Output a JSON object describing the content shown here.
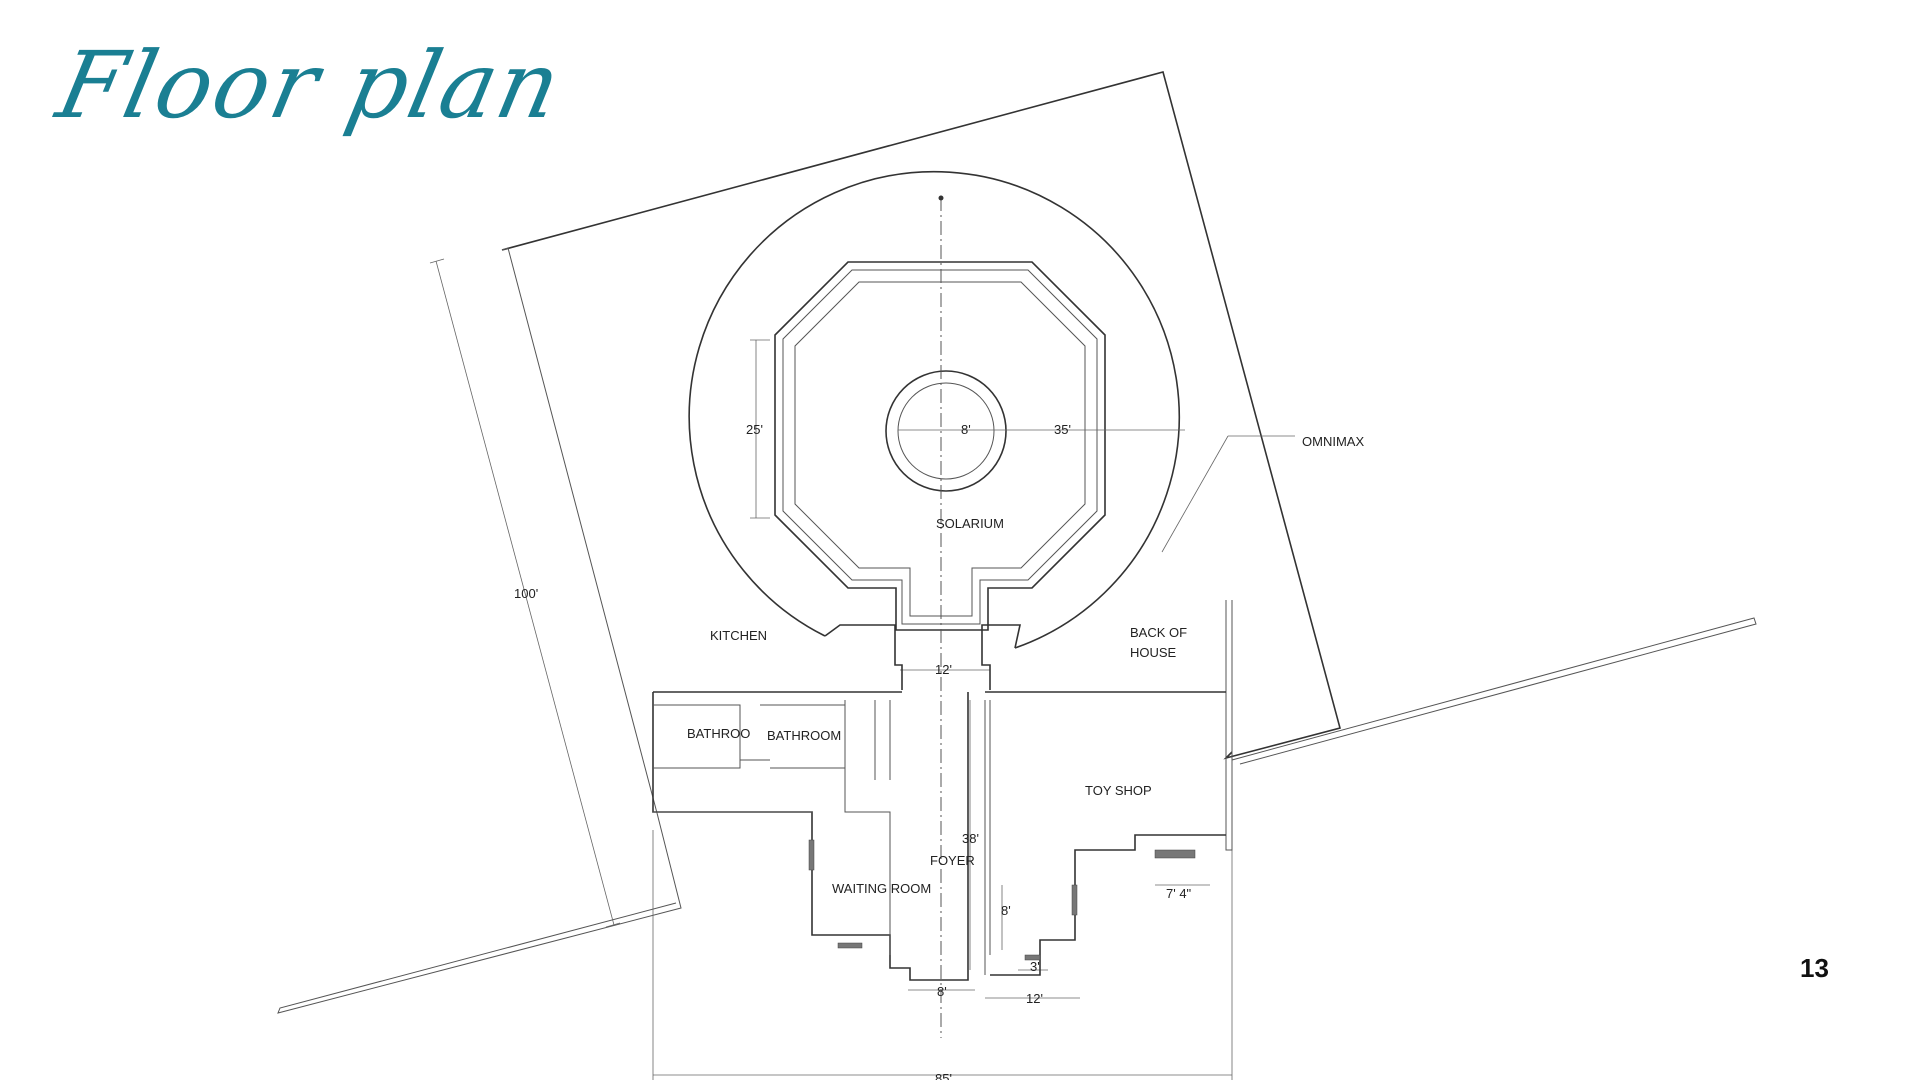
{
  "slide": {
    "title": "Floor plan",
    "page_number": "13"
  },
  "rooms": {
    "solarium": "SOLARIUM",
    "kitchen": "KITCHEN",
    "back_of_house_1": "BACK OF",
    "back_of_house_2": "HOUSE",
    "bathroom_1": "BATHROO",
    "bathroom_2": "BATHROOM",
    "toy_shop": "TOY SHOP",
    "foyer": "FOYER",
    "waiting_room": "WAITING ROOM",
    "omnimax": "OMNIMAX"
  },
  "dimensions": {
    "d25": "25'",
    "d8_center": "8'",
    "d35": "35'",
    "d100": "100'",
    "d12_corridor": "12'",
    "d38": "38'",
    "d8_lower": "8'",
    "d7_4": "7' 4\"",
    "d3": "3'",
    "d8_bottom": "8'",
    "d12_bottom": "12'",
    "d85": "85'"
  },
  "colors": {
    "title": "#1a7f93",
    "lines": "#333333"
  }
}
